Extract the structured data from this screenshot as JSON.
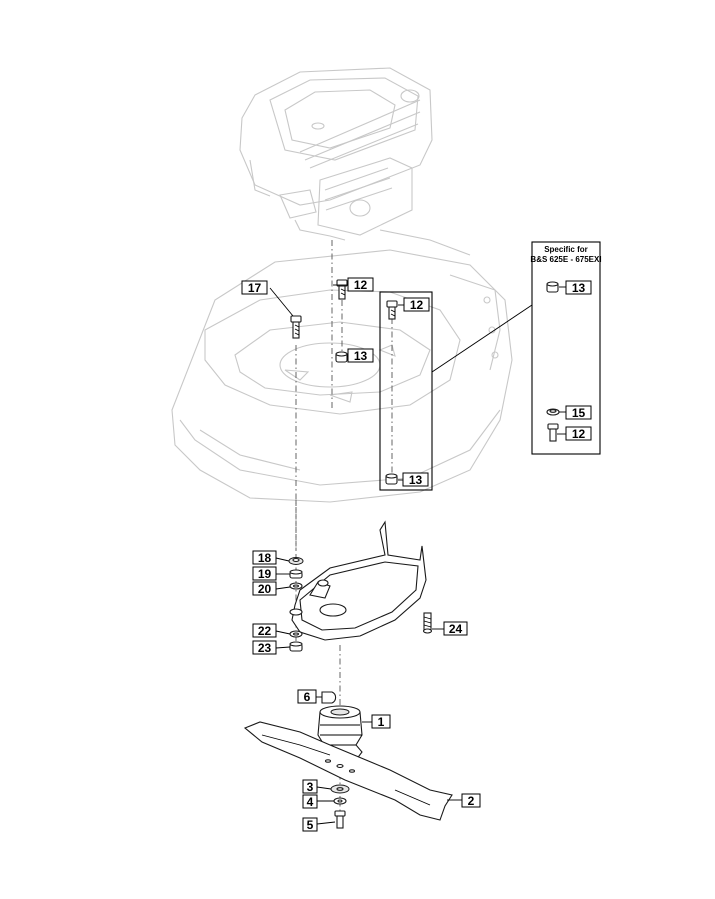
{
  "note": {
    "title_line1": "Specific for",
    "title_line2": "B&S 625E - 675EXI"
  },
  "labels": {
    "l1": "1",
    "l2": "2",
    "l3": "3",
    "l4": "4",
    "l5": "5",
    "l6": "6",
    "l12a": "12",
    "l12b": "12",
    "l12c": "12",
    "l13a": "13",
    "l13b": "13",
    "l13c": "13",
    "l15": "15",
    "l17": "17",
    "l18": "18",
    "l19": "19",
    "l20": "20",
    "l22": "22",
    "l23": "23",
    "l24": "24"
  }
}
